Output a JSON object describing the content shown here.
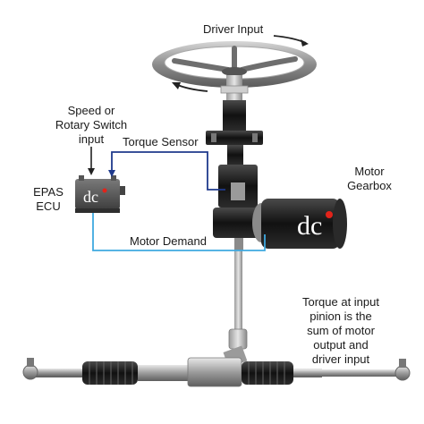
{
  "labels": {
    "driver_input": "Driver Input",
    "speed_switch_line1": "Speed or",
    "speed_switch_line2": "Rotary Switch",
    "speed_switch_line3": "input",
    "torque_sensor": "Torque Sensor",
    "epas_line1": "EPAS",
    "epas_line2": "ECU",
    "motor_line1": "Motor",
    "motor_line2": "Gearbox",
    "motor_demand": "Motor Demand",
    "torque_line1": "Torque at input",
    "torque_line2": "pinion is the",
    "torque_line3": "sum of motor",
    "torque_line4": "output and",
    "torque_line5": "driver input"
  },
  "logos": {
    "ecu_logo": "dc",
    "motor_logo": "dc"
  },
  "colors": {
    "signal_wire_torque": "#1f3a8c",
    "signal_wire_demand": "#3fa9e0",
    "text": "#1a1a1a",
    "logo_accent": "#e2231a"
  }
}
